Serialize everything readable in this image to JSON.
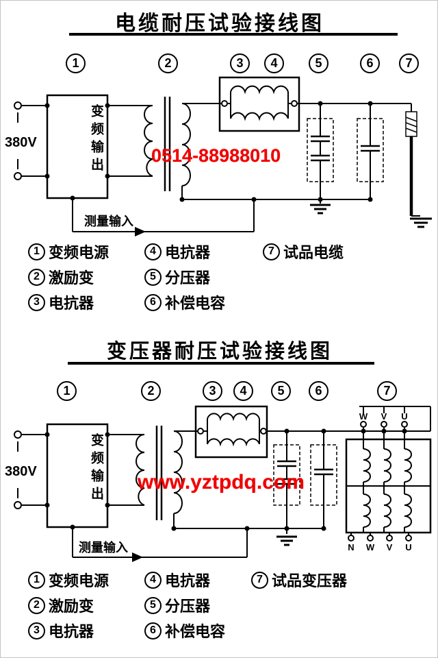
{
  "colors": {
    "line": "#000000",
    "watermark_red": "#f00000",
    "background": "#ffffff"
  },
  "diagram1": {
    "title": "电缆耐压试验接线图",
    "numbers": [
      "1",
      "2",
      "3",
      "4",
      "5",
      "6",
      "7"
    ],
    "source_voltage": "380V",
    "inverter_output_label": "变频输出",
    "measure_input_label": "测量输入",
    "watermark": "0514-88988010",
    "legend": [
      {
        "num": "1",
        "label": "变频电源"
      },
      {
        "num": "2",
        "label": "激励变"
      },
      {
        "num": "3",
        "label": "电抗器"
      },
      {
        "num": "4",
        "label": "电抗器"
      },
      {
        "num": "5",
        "label": "分压器"
      },
      {
        "num": "6",
        "label": "补偿电容"
      },
      {
        "num": "7",
        "label": "试品电缆"
      }
    ]
  },
  "diagram2": {
    "title": "变压器耐压试验接线图",
    "numbers": [
      "1",
      "2",
      "3",
      "4",
      "5",
      "6",
      "7"
    ],
    "source_voltage": "380V",
    "inverter_output_label": "变频输出",
    "measure_input_label": "测量输入",
    "watermark": "www.yztpdq.com",
    "terminals_top": [
      "W",
      "V",
      "U"
    ],
    "terminals_bottom": [
      "N",
      "W",
      "V",
      "U"
    ],
    "legend": [
      {
        "num": "1",
        "label": "变频电源"
      },
      {
        "num": "2",
        "label": "激励变"
      },
      {
        "num": "3",
        "label": "电抗器"
      },
      {
        "num": "4",
        "label": "电抗器"
      },
      {
        "num": "5",
        "label": "分压器"
      },
      {
        "num": "6",
        "label": "补偿电容"
      },
      {
        "num": "7",
        "label": "试品变压器"
      }
    ]
  }
}
